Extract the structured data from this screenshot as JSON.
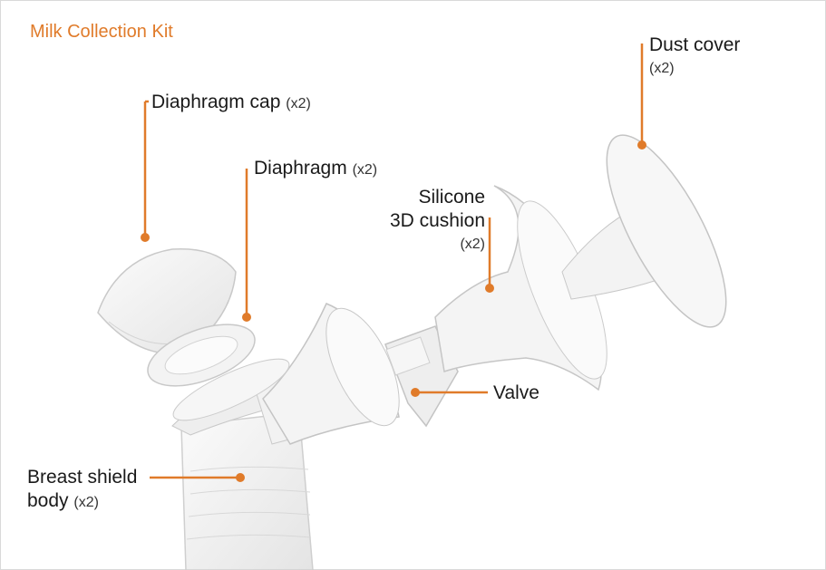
{
  "title": "Milk Collection Kit",
  "colors": {
    "accent": "#e07b2a",
    "text": "#1a1a1a",
    "part_fill": "#f1f1f1",
    "part_stroke": "#c8c8c8"
  },
  "labels": {
    "diaphragm_cap": {
      "name": "Diaphragm cap",
      "qty": "(x2)"
    },
    "diaphragm": {
      "name": "Diaphragm",
      "qty": "(x2)"
    },
    "dust_cover": {
      "name": "Dust cover",
      "qty": "(x2)"
    },
    "cushion": {
      "line1": "Silicone",
      "line2": "3D cushion",
      "qty": "(x2)"
    },
    "valve": {
      "name": "Valve"
    },
    "breast_shield": {
      "line1": "Breast shield",
      "line2": "body",
      "qty": "(x2)"
    }
  }
}
